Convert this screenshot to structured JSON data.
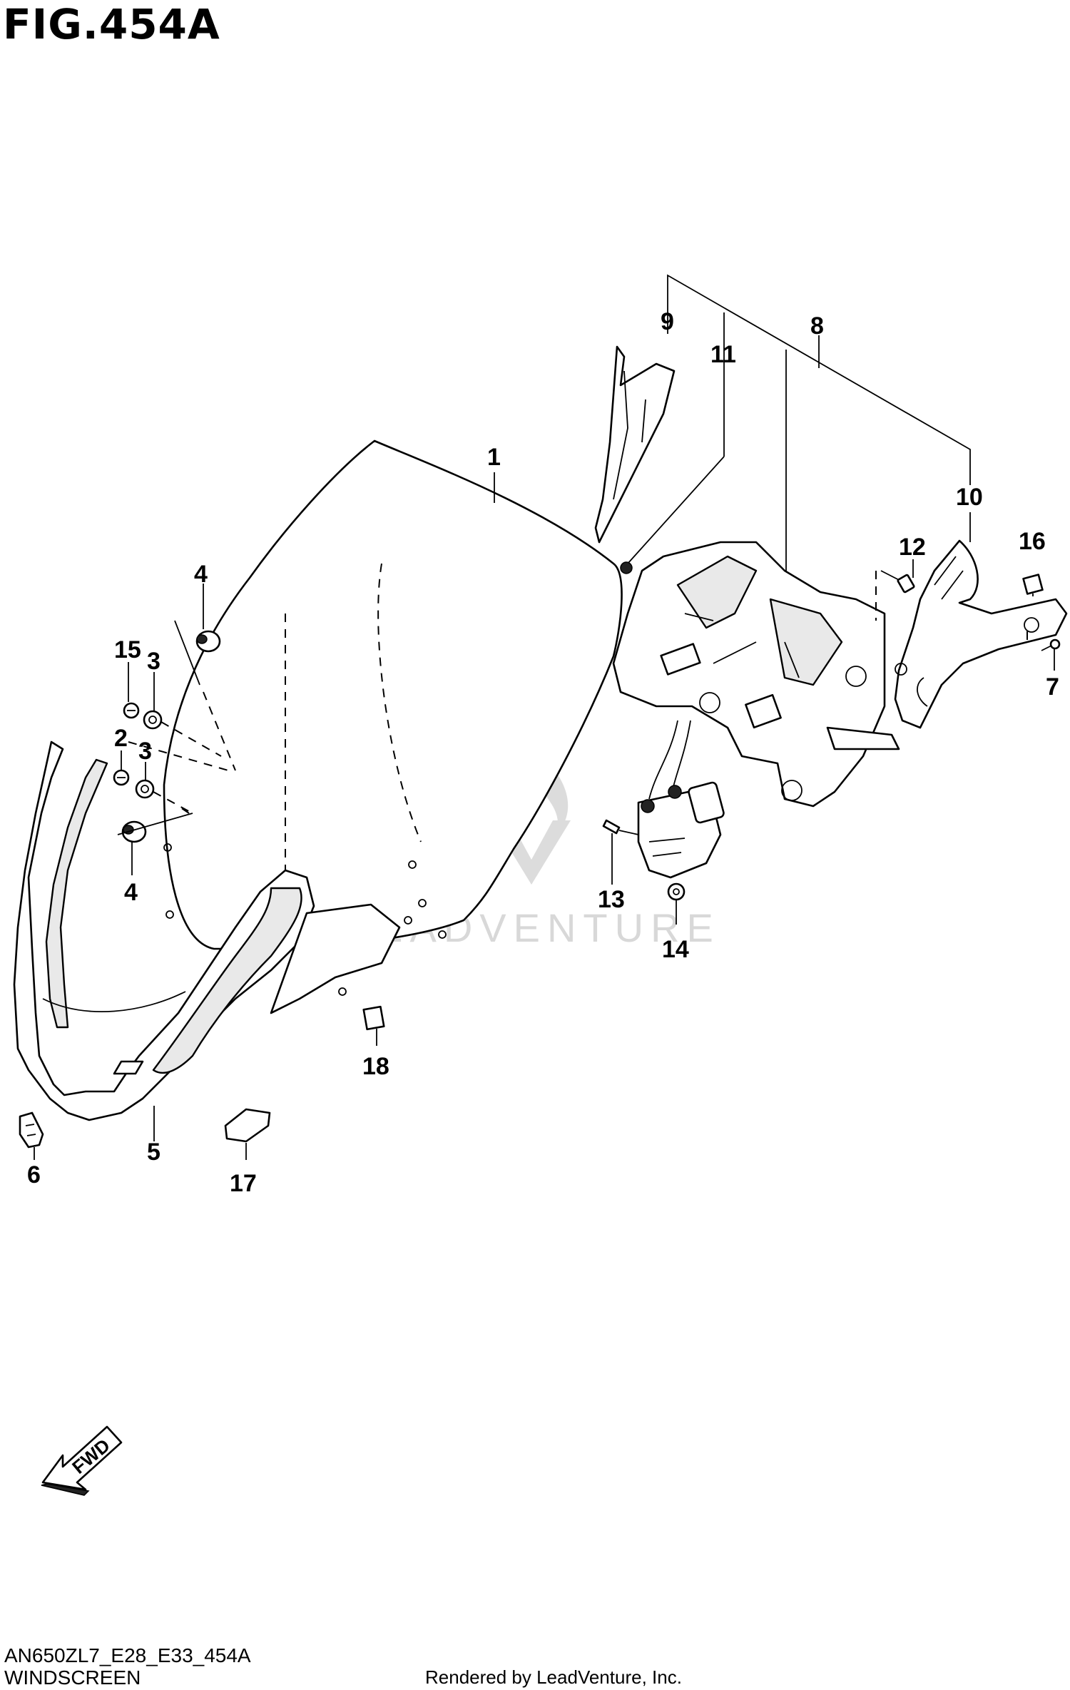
{
  "header": {
    "figure_title": "FIG.454A"
  },
  "callouts": [
    {
      "id": "c1",
      "label": "1"
    },
    {
      "id": "c2",
      "label": "2"
    },
    {
      "id": "c3a",
      "label": "3"
    },
    {
      "id": "c3b",
      "label": "3"
    },
    {
      "id": "c4a",
      "label": "4"
    },
    {
      "id": "c4b",
      "label": "4"
    },
    {
      "id": "c5",
      "label": "5"
    },
    {
      "id": "c6",
      "label": "6"
    },
    {
      "id": "c7",
      "label": "7"
    },
    {
      "id": "c8",
      "label": "8"
    },
    {
      "id": "c9",
      "label": "9"
    },
    {
      "id": "c10",
      "label": "10"
    },
    {
      "id": "c11",
      "label": "11"
    },
    {
      "id": "c12",
      "label": "12"
    },
    {
      "id": "c13",
      "label": "13"
    },
    {
      "id": "c14",
      "label": "14"
    },
    {
      "id": "c15",
      "label": "15"
    },
    {
      "id": "c16",
      "label": "16"
    },
    {
      "id": "c17",
      "label": "17"
    },
    {
      "id": "c18",
      "label": "18"
    }
  ],
  "direction_arrow": {
    "label": "FWD"
  },
  "watermark": {
    "text": "LEADVENTURE"
  },
  "footer": {
    "diagram_code": "AN650ZL7_E28_E33_454A",
    "section_name": "WINDSCREEN",
    "rendered_by": "Rendered by LeadVenture, Inc."
  }
}
